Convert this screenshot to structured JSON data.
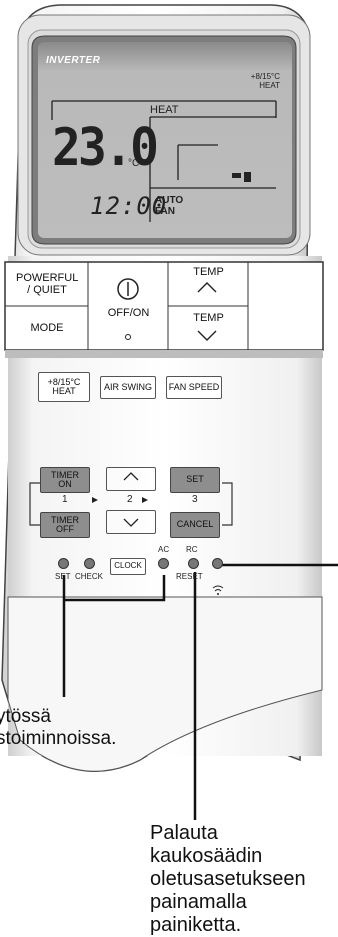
{
  "lcd": {
    "brand": "INVERTER",
    "mode_badge_line1": "+8/15°C",
    "mode_badge_line2": "HEAT",
    "mode": "HEAT",
    "temperature": "23.0",
    "unit": "°C",
    "time": "12:00",
    "fan_line1": "AUTO",
    "fan_line2": "FAN"
  },
  "panel": {
    "powerful_quiet": "POWERFUL / QUIET",
    "mode": "MODE",
    "off_on": "OFF/ON",
    "temp_up": "TEMP",
    "temp_down": "TEMP"
  },
  "function_buttons": {
    "heat_8_15_line1": "+8/15°C",
    "heat_8_15_line2": "HEAT",
    "air_swing": "AIR SWING",
    "fan_speed": "FAN SPEED"
  },
  "timer": {
    "timer_on_line1": "TIMER",
    "timer_on_line2": "ON",
    "timer_off_line1": "TIMER",
    "timer_off_line2": "OFF",
    "step1": "1",
    "step2": "2",
    "step3": "3",
    "set": "SET",
    "cancel": "CANCEL"
  },
  "bottom_row": {
    "set": "SET",
    "check": "CHECK",
    "clock": "CLOCK",
    "ac": "AC",
    "rc": "RC",
    "reset": "RESET"
  },
  "captions": {
    "left_line1": "ytössä",
    "left_line2": "stoiminnoissa.",
    "right_line1": "Palauta",
    "right_line2": "kaukosäädin",
    "right_line3": "oletusasetukseen",
    "right_line4": "painamalla",
    "right_line5": "painiketta."
  }
}
